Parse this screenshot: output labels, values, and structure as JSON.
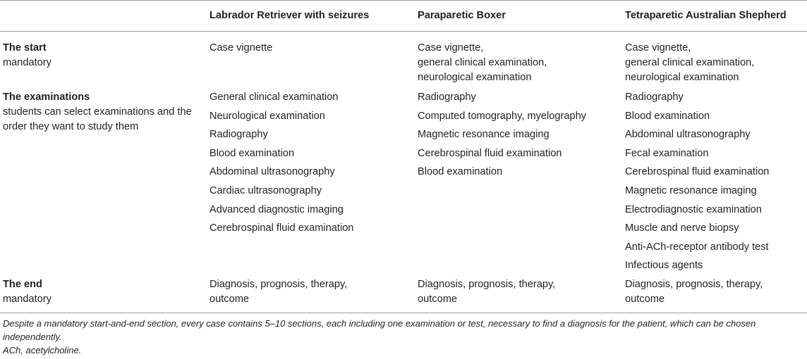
{
  "table": {
    "headers": [
      "",
      "Labrador Retriever with seizures",
      "Paraparetic Boxer",
      "Tetraparetic Australian Shepherd"
    ],
    "rows": [
      {
        "title": "The start",
        "subtitle": "mandatory",
        "cells": [
          [
            "Case vignette"
          ],
          [
            "Case vignette,",
            "general clinical examination,",
            "neurological examination"
          ],
          [
            "Case vignette,",
            "general clinical examination,",
            "neurological examination"
          ]
        ]
      },
      {
        "title": "The examinations",
        "subtitle": "students can select examinations and the order they want to study them",
        "cells": [
          [
            "General clinical examination",
            "Neurological examination",
            "Radiography",
            "Blood examination",
            "Abdominal ultrasonography",
            "Cardiac ultrasonography",
            "Advanced diagnostic imaging",
            "Cerebrospinal fluid examination"
          ],
          [
            "Radiography",
            "Computed tomography, myelography",
            "Magnetic resonance imaging",
            "Cerebrospinal fluid examination",
            "Blood examination"
          ],
          [
            "Radiography",
            "Blood examination",
            "Abdominal ultrasonography",
            "Fecal examination",
            "Cerebrospinal fluid examination",
            "Magnetic resonance imaging",
            "Electrodiagnostic examination",
            "Muscle and nerve biopsy",
            "Anti-ACh-receptor antibody test",
            "Infectious agents"
          ]
        ]
      },
      {
        "title": "The end",
        "subtitle": "mandatory",
        "cells": [
          [
            "Diagnosis, prognosis, therapy,",
            "outcome"
          ],
          [
            "Diagnosis, prognosis, therapy,",
            "outcome"
          ],
          [
            "Diagnosis, prognosis, therapy,",
            "outcome"
          ]
        ]
      }
    ]
  },
  "footnotes": [
    "Despite a mandatory start-and-end section, every case contains 5–10 sections, each including one examination or test, necessary to find a diagnosis for the patient, which can be chosen independently.",
    "ACh, acetylcholine."
  ]
}
